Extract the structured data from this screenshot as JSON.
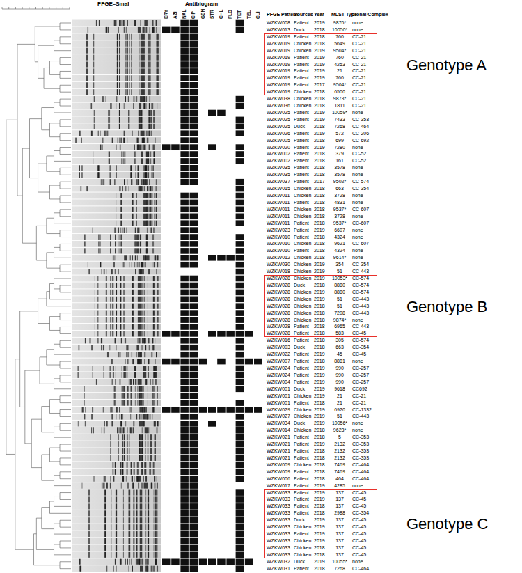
{
  "diagram": {
    "nodes": [
      {
        "text": [
          "Genotype A"
        ]
      },
      {
        "text": [
          "Genotype B"
        ]
      },
      {
        "text": [
          "Genotype C"
        ]
      }
    ],
    "labels": [
      "PFGE–SmaI",
      "Antibiogram",
      "ERY",
      "AZI",
      "NAL",
      "CIP",
      "GEN",
      "STR",
      "CHL",
      "FLO",
      "TET",
      "TEL",
      "CLI",
      "PFGE Pattern",
      "Sources",
      "Year",
      "MLST Type",
      "Clonal Complex",
      "WZKW008",
      "Patient",
      "2019",
      "9876*",
      "none",
      "WZKW013",
      "Duck",
      "2018",
      "10050*",
      "none",
      "WZKW019",
      "Patient",
      "2018",
      "760",
      "CC-21",
      "WZKW019",
      "Chicken",
      "2018",
      "5649",
      "CC-21",
      "WZKW019",
      "Chicken",
      "2019",
      "9504*",
      "CC-21",
      "WZKW019",
      "Patient",
      "2019",
      "760",
      "CC-21",
      "WZKW019",
      "Patient",
      "2019",
      "4253",
      "CC-21",
      "WZKW019",
      "Patient",
      "2019",
      "21",
      "CC-21",
      "WZKW019",
      "Patient",
      "2019",
      "760",
      "CC-21",
      "WZKW019",
      "Patient",
      "2017",
      "9504*",
      "CC-21",
      "WZKW019",
      "Chicken",
      "2018",
      "6500",
      "CC-21",
      "WZKW038",
      "Chicken",
      "2018",
      "9873*",
      "CC-21",
      "WZKW036",
      "Chicken",
      "2018",
      "1811",
      "CC-21",
      "WZKW025",
      "Patient",
      "2019",
      "10059*",
      "none",
      "WZKW025",
      "Patient",
      "2019",
      "7433",
      "CC-353",
      "WZKW025",
      "Duck",
      "2018",
      "7268",
      "CC-464",
      "WZKW026",
      "Patient",
      "2019",
      "572",
      "CC-206",
      "WZKW005",
      "Patient",
      "2018",
      "699",
      "CC-692",
      "WZKW020",
      "Patient",
      "2019",
      "7280",
      "none",
      "WZKW002",
      "Patient",
      "2018",
      "379",
      "CC-52",
      "WZKW002",
      "Patient",
      "2018",
      "161",
      "CC-52",
      "WZKW035",
      "Patient",
      "2018",
      "3578",
      "none",
      "WZKW035",
      "Patient",
      "2018",
      "3578",
      "none",
      "WZKW037",
      "Patient",
      "2017",
      "9502*",
      "CC-574",
      "WZKW015",
      "Chicken",
      "2018",
      "663",
      "CC-354",
      "WZKW011",
      "Chicken",
      "2018",
      "3728",
      "none",
      "WZKW011",
      "Patient",
      "2018",
      "4831",
      "none",
      "WZKW011",
      "Chicken",
      "2018",
      "9537*",
      "CC-607",
      "WZKW011",
      "Chicken",
      "2018",
      "3728",
      "none",
      "WZKW011",
      "Patient",
      "2018",
      "9537*",
      "CC-607",
      "WZKW023",
      "Patient",
      "2019",
      "6607",
      "none",
      "WZKW010",
      "Patient",
      "2018",
      "4324",
      "none",
      "WZKW010",
      "Chicken",
      "2018",
      "9621",
      "CC-607",
      "WZKW010",
      "Patient",
      "2018",
      "4324",
      "none",
      "WZKW012",
      "Chicken",
      "2018",
      "9614*",
      "none",
      "WZKW030",
      "Chicken",
      "2019",
      "354",
      "CC-354",
      "WZKW018",
      "Chicken",
      "2019",
      "51",
      "CC-443",
      "WZKW028",
      "Chicken",
      "2019",
      "10053*",
      "CC-574",
      "WZKW028",
      "Duck",
      "2018",
      "8880",
      "CC-574",
      "WZKW028",
      "Chicken",
      "2019",
      "8880",
      "CC-574",
      "WZKW028",
      "Chicken",
      "2019",
      "51",
      "CC-443",
      "WZKW028",
      "Chicken",
      "2018",
      "51",
      "CC-443",
      "WZKW028",
      "Chicken",
      "2018",
      "7208",
      "CC-443",
      "WZKW028",
      "Chicken",
      "2018",
      "9874*",
      "none",
      "WZKW028",
      "Patient",
      "2018",
      "6965",
      "CC-443",
      "WZKW028",
      "Patient",
      "2018",
      "583",
      "CC-45",
      "WZKW016",
      "Patient",
      "2018",
      "305",
      "CC-574",
      "WZKW003",
      "Duck",
      "2018",
      "663",
      "CC-354",
      "WZKW022",
      "Patient",
      "2019",
      "45",
      "CC-45",
      "WZKW007",
      "Patient",
      "2018",
      "8881",
      "none",
      "WZKW024",
      "Patient",
      "2019",
      "990",
      "CC-257",
      "WZKW024",
      "Patient",
      "2019",
      "990",
      "CC-257",
      "WZKW004",
      "Patient",
      "2019",
      "990",
      "CC-257",
      "WZKW001",
      "Duck",
      "2019",
      "9618",
      "CC692",
      "WZKW001",
      "Chicken",
      "2019",
      "21",
      "CC-21",
      "WZKW001",
      "Patient",
      "2018",
      "21",
      "CC-21",
      "WZKW029",
      "Chicken",
      "2019",
      "6920",
      "CC-1332",
      "WZKW027",
      "Chicken",
      "2019",
      "51",
      "CC-443",
      "WZKW034",
      "Duck",
      "2019",
      "10056*",
      "none",
      "WZKW014",
      "Chicken",
      "2018",
      "9623*",
      "none",
      "WZKW021",
      "Patient",
      "2018",
      "5",
      "CC-353",
      "WZKW021",
      "Patient",
      "2019",
      "2132",
      "CC-353",
      "WZKW021",
      "Patient",
      "2018",
      "2132",
      "CC-353",
      "WZKW021",
      "Patient",
      "2018",
      "2132",
      "CC-353",
      "WZKW009",
      "Chicken",
      "2018",
      "7469",
      "CC-464",
      "WZKW009",
      "Patient",
      "2018",
      "7469",
      "CC-464",
      "WZKW006",
      "Patient",
      "2018",
      "464",
      "CC-464",
      "WZKW017",
      "Patient",
      "2019",
      "4285",
      "none",
      "WZKW033",
      "Patient",
      "2019",
      "137",
      "CC-45",
      "WZKW033",
      "Patient",
      "2019",
      "137",
      "CC-45",
      "WZKW033",
      "Patient",
      "2018",
      "137",
      "CC-45",
      "WZKW033",
      "Patient",
      "2018",
      "2988",
      "CC-354",
      "WZKW033",
      "Duck",
      "2019",
      "137",
      "CC-45",
      "WZKW033",
      "Chicken",
      "2019",
      "137",
      "CC-45",
      "WZKW033",
      "Patient",
      "2019",
      "137",
      "CC-45",
      "WZKW033",
      "Chicken",
      "2019",
      "137",
      "CC-45",
      "WZKW033",
      "Chicken",
      "2018",
      "137",
      "CC-45",
      "WZKW033",
      "Chicken",
      "2018",
      "137",
      "CC-45",
      "WZKW032",
      "Duck",
      "2019",
      "10055*",
      "none",
      "WZKW031",
      "Patient",
      "2018",
      "7268",
      "CC-464"
    ]
  }
}
